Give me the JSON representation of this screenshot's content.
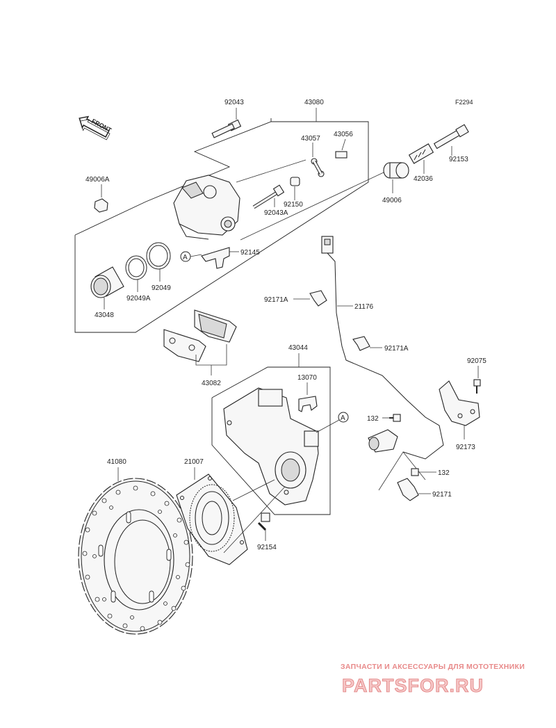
{
  "diagram_code": "F2294",
  "front_arrow_label": "FRONT",
  "callout_a": "A",
  "parts": {
    "p92043": "92043",
    "p43080": "43080",
    "p43057": "43057",
    "p43056": "43056",
    "p49006A": "49006A",
    "p92150": "92150",
    "p92043A": "92043A",
    "p49006": "49006",
    "p42036": "42036",
    "p92153": "92153",
    "p92145": "92145",
    "p92049": "92049",
    "p92049A": "92049A",
    "p43048": "43048",
    "p92171A_1": "92171A",
    "p21176": "21176",
    "p92171A_2": "92171A",
    "p43082": "43082",
    "p43044": "43044",
    "p13070": "13070",
    "p92075": "92075",
    "p132_1": "132",
    "p92173": "92173",
    "p41080": "41080",
    "p21007": "21007",
    "p132_2": "132",
    "p92171": "92171",
    "p92154": "92154"
  },
  "watermark": {
    "tagline": "ЗАПЧАСТИ И АКСЕССУАРЫ ДЛЯ МОТОТЕХНИКИ",
    "logo": "PARTSFOR.RU"
  },
  "colors": {
    "line": "#222222",
    "watermark": "#e07a7a"
  }
}
